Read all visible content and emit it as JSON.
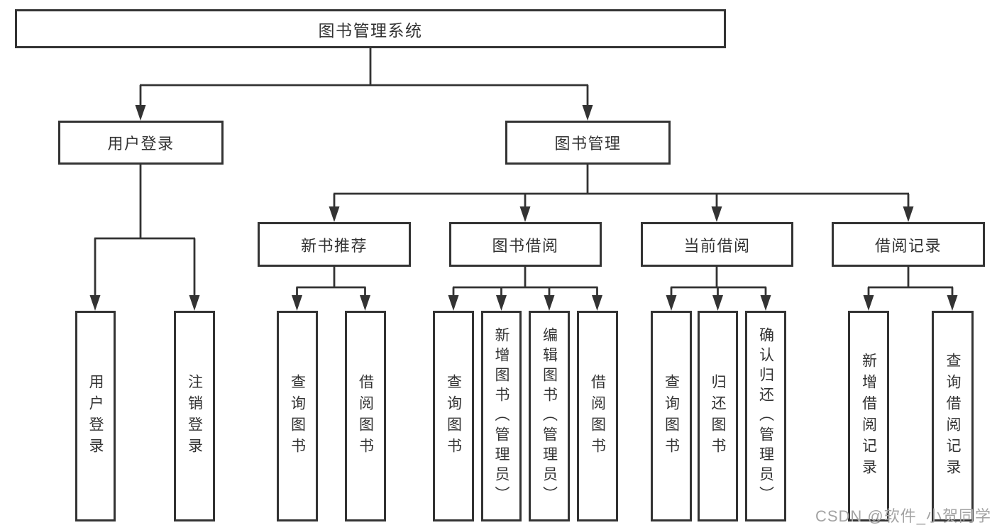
{
  "colors": {
    "line": "#333333",
    "box_border": "#333333",
    "box_background": "#ffffff",
    "text": "#333333",
    "watermark": "#a3a3a3"
  },
  "tree": {
    "label": "图书管理系统",
    "children": [
      {
        "label": "用户登录",
        "children": [
          {
            "label": "用户登录"
          },
          {
            "label": "注销登录"
          }
        ]
      },
      {
        "label": "图书管理",
        "children": [
          {
            "label": "新书推荐",
            "children": [
              {
                "label": "查询图书"
              },
              {
                "label": "借阅图书"
              }
            ]
          },
          {
            "label": "图书借阅",
            "children": [
              {
                "label": "查询图书"
              },
              {
                "label": "新增图书（管理员）"
              },
              {
                "label": "编辑图书（管理员）"
              },
              {
                "label": "借阅图书"
              }
            ]
          },
          {
            "label": "当前借阅",
            "children": [
              {
                "label": "查询图书"
              },
              {
                "label": "归还图书"
              },
              {
                "label": "确认归还（管理员）"
              }
            ]
          },
          {
            "label": "借阅记录",
            "children": [
              {
                "label": "新增借阅记录"
              },
              {
                "label": "查询借阅记录"
              }
            ]
          }
        ]
      }
    ]
  },
  "watermark": {
    "text": "CSDN @软件_小贺同学"
  }
}
